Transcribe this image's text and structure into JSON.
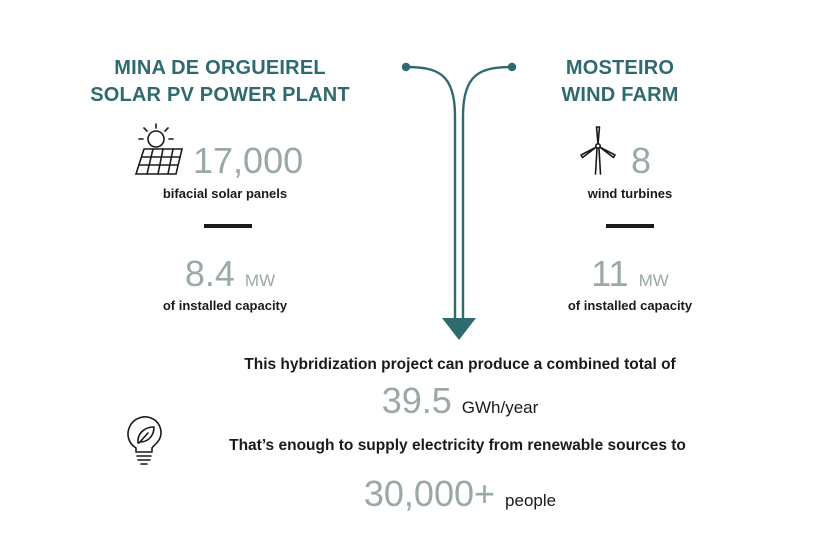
{
  "left": {
    "title_line1": "MINA DE ORGUEIREL",
    "title_line2": "SOLAR PV POWER PLANT",
    "icon": "solar-panel-icon",
    "count": "17,000",
    "count_label": "bifacial solar panels",
    "capacity_value": "8.4",
    "capacity_unit": "MW",
    "capacity_label": "of installed capacity"
  },
  "right": {
    "title_line1": "MOSTEIRO",
    "title_line2": "WIND FARM",
    "icon": "wind-turbine-icon",
    "count": "8",
    "count_label": "wind turbines",
    "capacity_value": "11",
    "capacity_unit": "MW",
    "capacity_label": "of installed capacity"
  },
  "combined": {
    "intro": "This hybridization project can produce a combined total of",
    "energy_value": "39.5",
    "energy_unit": "GWh/year",
    "supply_text": "That’s enough to supply electricity from renewable sources to",
    "people_value": "30,000+",
    "people_unit": "people",
    "icon": "lightbulb-leaf-icon"
  },
  "colors": {
    "teal": "#2f6b6e",
    "gray_number": "#9aa9a7",
    "dark": "#1a1a1a"
  }
}
